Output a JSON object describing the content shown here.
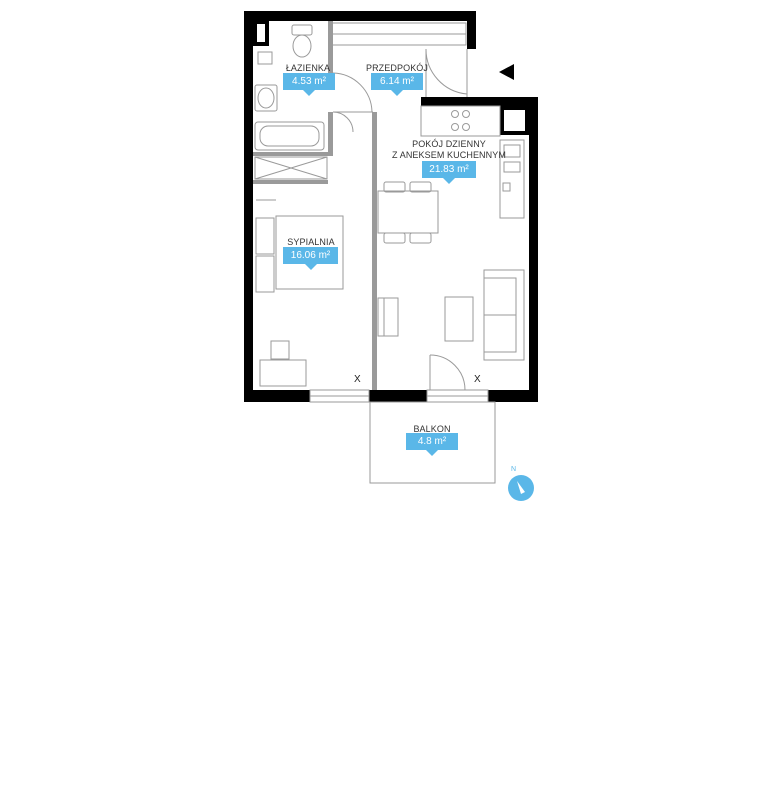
{
  "rooms": {
    "bathroom": {
      "name": "ŁAZIENKA",
      "area": "4.53 m²"
    },
    "hallway": {
      "name": "PRZEDPOKÓJ",
      "area": "6.14 m²"
    },
    "living": {
      "name_line1": "POKÓJ DZIENNY",
      "name_line2": "Z ANEKSEM KUCHENNYM",
      "area": "21.83 m²"
    },
    "bedroom": {
      "name": "SYPIALNIA",
      "area": "16.06 m²"
    },
    "balcony": {
      "name": "BALKON",
      "area": "4.8 m²"
    }
  },
  "marks": {
    "window_x": "X"
  },
  "compass": {
    "north": "N"
  },
  "colors": {
    "wall": "#000000",
    "fixture": "#9a9a9a",
    "accent": "#5ab7e8"
  }
}
